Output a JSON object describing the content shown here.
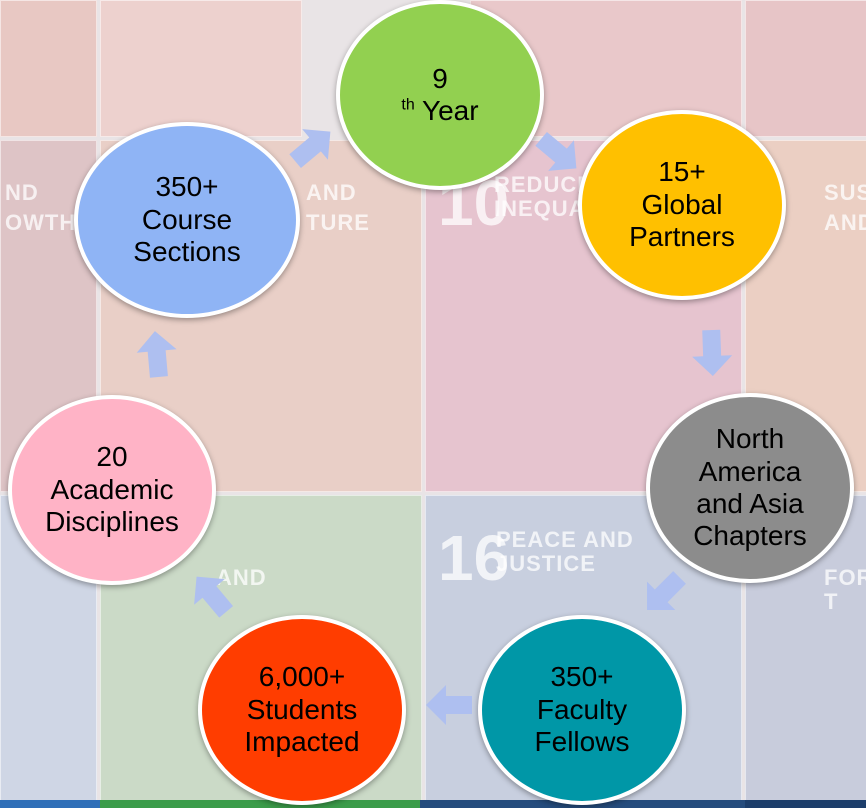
{
  "background": {
    "tiles": [
      {
        "num": "10",
        "caption": "REDUCED INEQUALITIES"
      },
      {
        "num": "16",
        "caption": "PEACE AND JUSTICE"
      }
    ],
    "fragments": [
      "ND",
      "OWTH",
      "AND",
      "TURE",
      "SUST",
      "AND",
      "AND",
      "FOR T"
    ]
  },
  "cycle": {
    "nodes": [
      {
        "id": "year",
        "lines": [
          "9"
        ],
        "sup": "th",
        "tail": " Year",
        "color": "#92d050"
      },
      {
        "id": "partners",
        "lines": [
          "15+",
          "Global",
          "Partners"
        ],
        "color": "#ffc000"
      },
      {
        "id": "chapters",
        "lines": [
          "North",
          "America",
          "and Asia",
          "Chapters"
        ],
        "color": "#8c8c8c"
      },
      {
        "id": "faculty",
        "lines": [
          "350+",
          "Faculty",
          "Fellows"
        ],
        "color": "#0097a7"
      },
      {
        "id": "students",
        "lines": [
          "6,000+",
          "Students",
          "Impacted"
        ],
        "color": "#ff3d00"
      },
      {
        "id": "disciplines",
        "lines": [
          "20",
          "Academic",
          "Disciplines"
        ],
        "color": "#ffb3c6"
      },
      {
        "id": "sections",
        "lines": [
          "350+",
          "Course",
          "Sections"
        ],
        "color": "#8fb4f5"
      }
    ],
    "arrow_color": "#aebff0"
  }
}
